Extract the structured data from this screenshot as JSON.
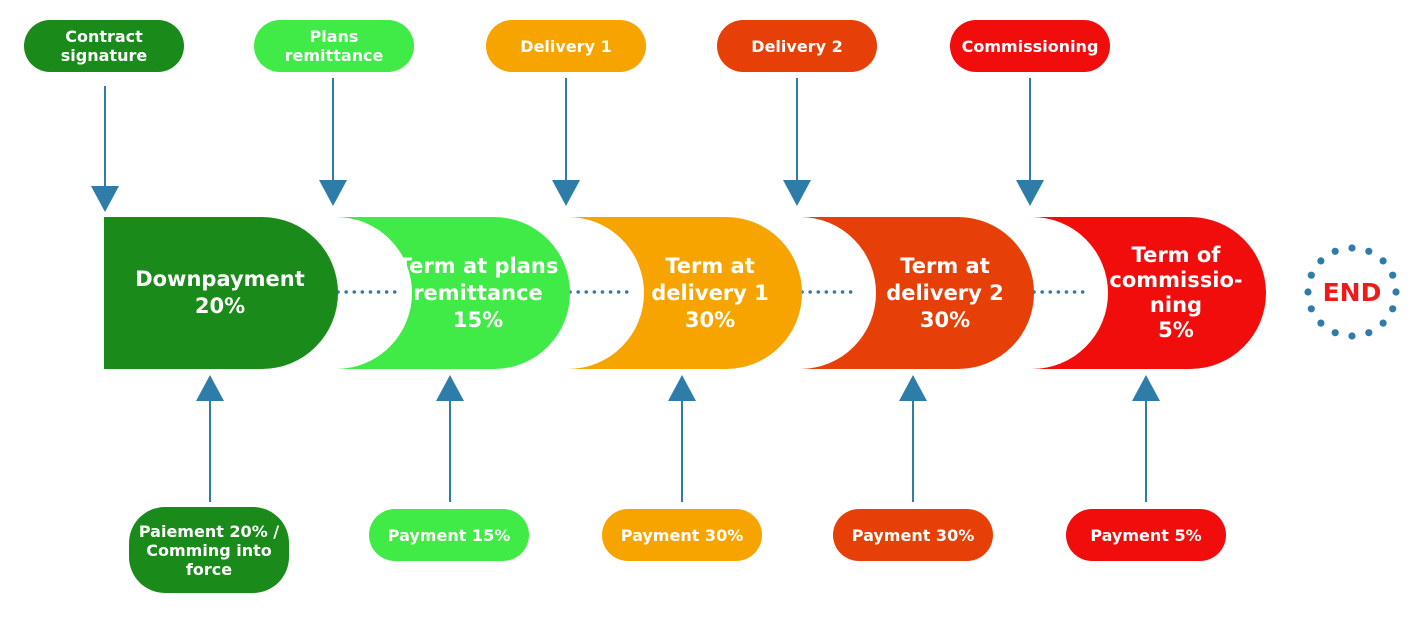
{
  "colors": {
    "connector": "#2e7da8",
    "stage1": "#1a8a1a",
    "stage2": "#40ea47",
    "stage3": "#f7a400",
    "stage4": "#e64008",
    "stage5": "#f20d0d",
    "end_ring": "#2e7da8",
    "end_text": "#ee1b1b"
  },
  "stages": [
    {
      "top_event": "Contract\nsignature",
      "block": "Downpayment\n20%",
      "bottom_event": "Paiement 20% /\nComming into\nforce"
    },
    {
      "top_event": "Plans\nremittance",
      "block": "Term at plans\nremittance\n15%",
      "bottom_event": "Payment 15%"
    },
    {
      "top_event": "Delivery 1",
      "block": "Term at\ndelivery 1\n30%",
      "bottom_event": "Payment 30%"
    },
    {
      "top_event": "Delivery  2",
      "block": "Term at\ndelivery 2\n30%",
      "bottom_event": "Payment 30%"
    },
    {
      "top_event": "Commissioning",
      "block": "Term of\ncommissio-\nning\n5%",
      "bottom_event": "Payment 5%"
    }
  ],
  "end_label": "END"
}
